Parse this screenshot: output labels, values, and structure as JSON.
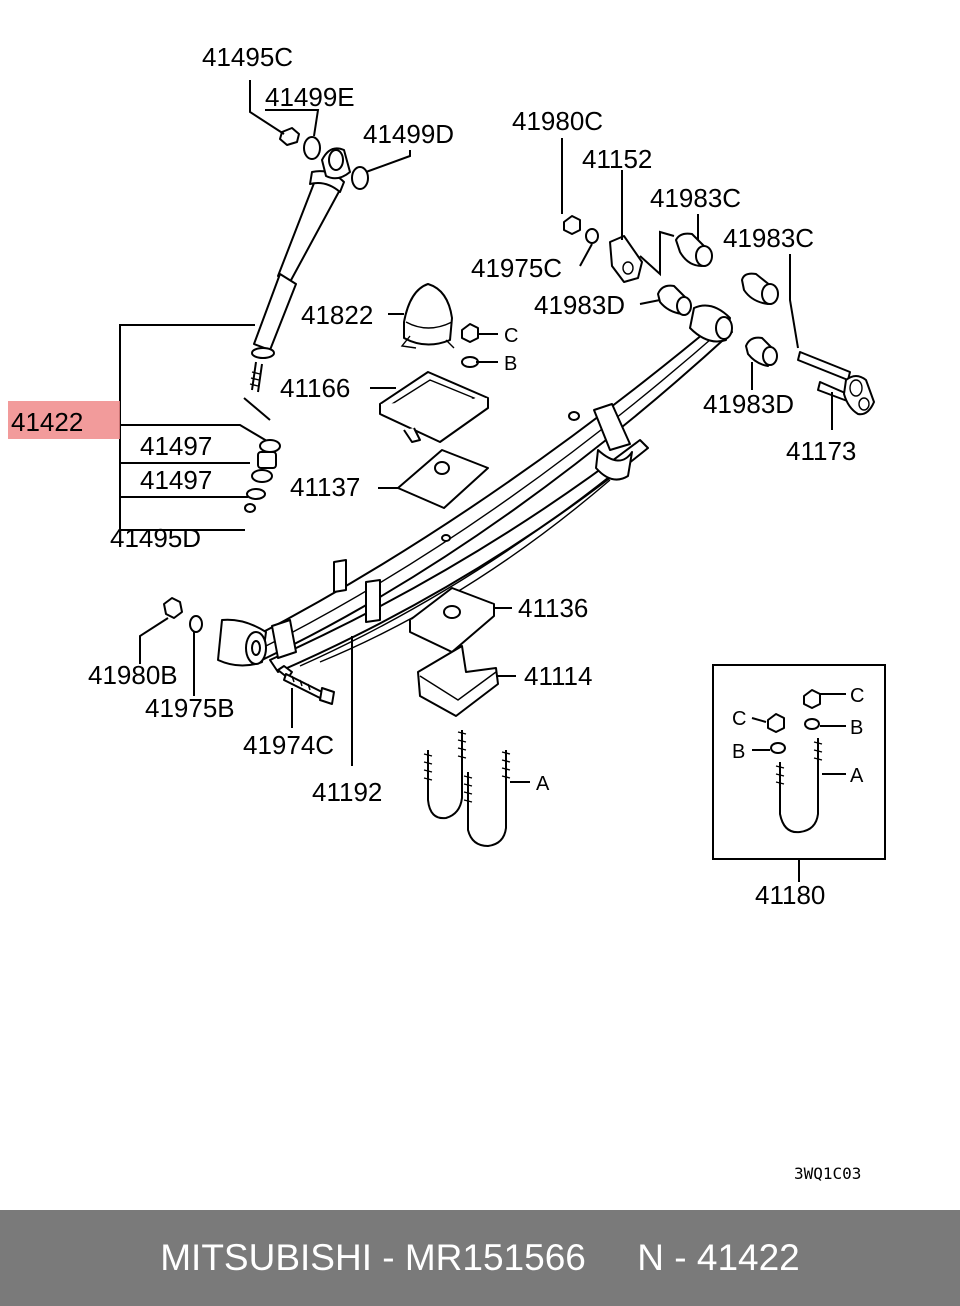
{
  "diagram": {
    "highlight_part": "41422",
    "highlight_color": "#f08a8a",
    "labels": {
      "p41495C": "41495C",
      "p41499E": "41499E",
      "p41499D": "41499D",
      "p41980C": "41980C",
      "p41152": "41152",
      "p41983C_a": "41983C",
      "p41983C_b": "41983C",
      "p41975C": "41975C",
      "p41822": "41822",
      "p41983D_a": "41983D",
      "p41983D_b": "41983D",
      "p41166": "41166",
      "p41173": "41173",
      "p41422": "41422",
      "p41497_a": "41497",
      "p41497_b": "41497",
      "p41137": "41137",
      "p41495D": "41495D",
      "p41136": "41136",
      "p41114": "41114",
      "p41980B": "41980B",
      "p41975B": "41975B",
      "p41974C": "41974C",
      "p41192": "41192",
      "p41180": "41180",
      "c_main": "C",
      "b_main": "B",
      "a_main": "A",
      "c_box_1": "C",
      "c_box_2": "C",
      "b_box_1": "B",
      "b_box_2": "B",
      "a_box": "A"
    },
    "diagram_code": "3WQ1C03"
  },
  "footer": {
    "text": "MITSUBISHI - MR151566     N - 41422"
  }
}
